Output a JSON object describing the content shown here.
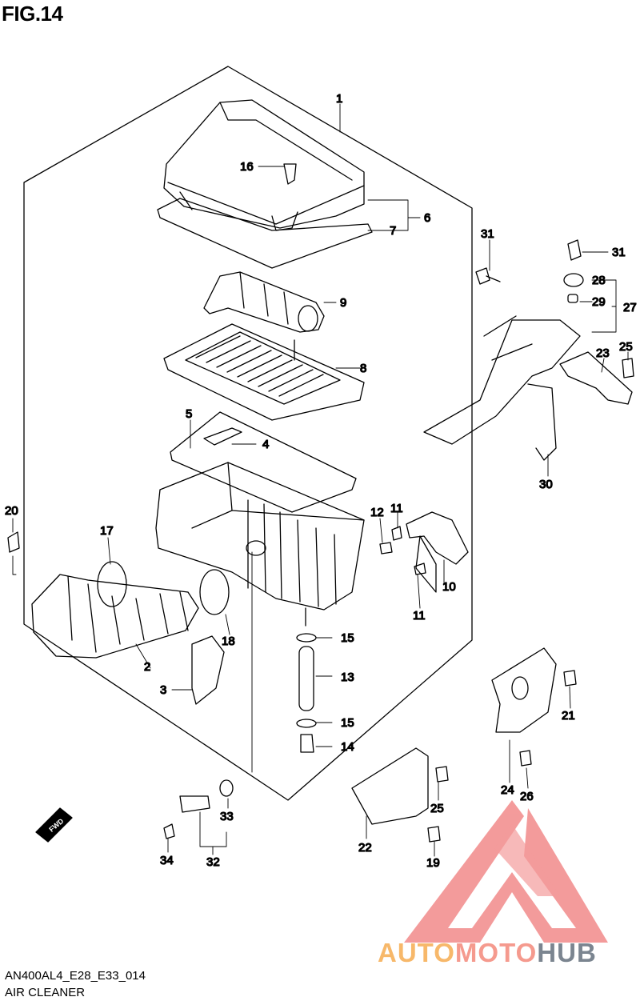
{
  "figure": {
    "title": "FIG.14",
    "code": "AN400AL4_E28_E33_014",
    "name": "AIR CLEANER"
  },
  "fwd_label": "FWD",
  "callouts": {
    "c1": "1",
    "c2": "2",
    "c3": "3",
    "c4": "4",
    "c5": "5",
    "c6": "6",
    "c7": "7",
    "c8": "8",
    "c9": "9",
    "c10": "10",
    "c11a": "11",
    "c11b": "11",
    "c12": "12",
    "c13": "13",
    "c14": "14",
    "c15a": "15",
    "c15b": "15",
    "c16": "16",
    "c17": "17",
    "c18": "18",
    "c19": "19",
    "c20": "20",
    "c21": "21",
    "c22": "22",
    "c23": "23",
    "c24": "24",
    "c25a": "25",
    "c25b": "25",
    "c26": "26",
    "c27": "27",
    "c28": "28",
    "c29": "29",
    "c30": "30",
    "c31a": "31",
    "c31b": "31",
    "c32": "32",
    "c33": "33",
    "c34": "34"
  },
  "watermark": {
    "part1": "AUTO",
    "part2": "MOTO",
    "part3": "HUB",
    "colors": {
      "auto": "#f7b86a",
      "moto": "#f59a8e",
      "hub": "#7b8590",
      "logo": "#f28a8a"
    }
  }
}
